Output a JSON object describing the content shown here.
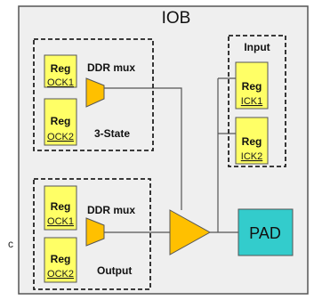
{
  "title": "IOB",
  "groups": {
    "tristate": {
      "label": "3-State",
      "mux_label": "DDR mux"
    },
    "output": {
      "label": "Output",
      "mux_label": "DDR mux"
    },
    "input": {
      "label": "Input"
    }
  },
  "registers": {
    "tristate_top": {
      "label": "Reg",
      "clock": "OCK1"
    },
    "tristate_bottom": {
      "label": "Reg",
      "clock": "OCK2"
    },
    "output_top": {
      "label": "Reg",
      "clock": "OCK1"
    },
    "output_bottom": {
      "label": "Reg",
      "clock": "OCK2"
    },
    "input_top": {
      "label": "Reg",
      "clock": "ICK1"
    },
    "input_bottom": {
      "label": "Reg",
      "clock": "ICK2"
    }
  },
  "pad": {
    "label": "PAD"
  },
  "edge_text": "c",
  "colors": {
    "register_fill": "#ffff66",
    "mux_fill": "#ffc000",
    "pad_fill": "#33cccc",
    "panel_fill": "#efefef"
  }
}
